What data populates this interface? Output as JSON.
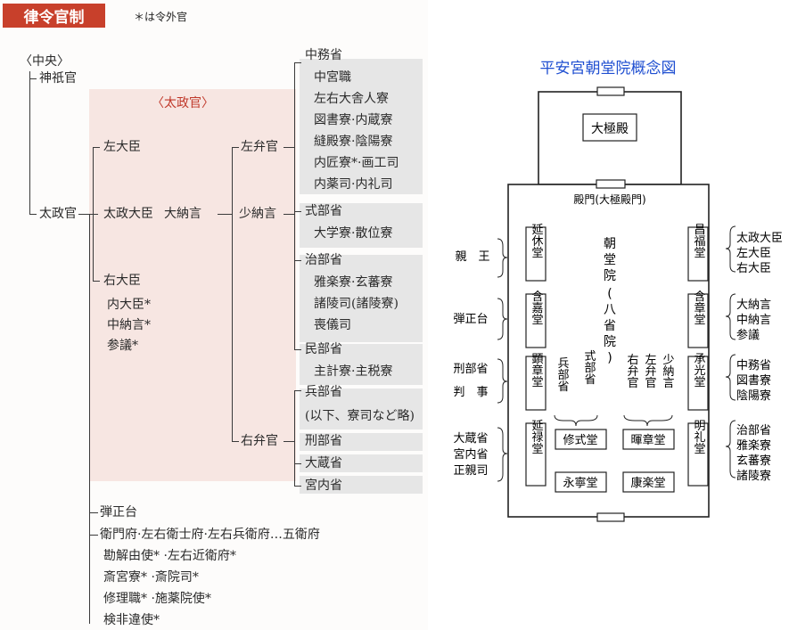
{
  "left": {
    "title": "律令官制",
    "note": "＊は令外官",
    "chuo": "〈中央〉",
    "jingikan": "神祇官",
    "daijokan_label": "〈太政官〉",
    "daijokan": "太政官",
    "sadaijin": "左大臣",
    "daijodaijin": "太政大臣",
    "dainagon": "大納言",
    "shonagon": "少納言",
    "udaijin": "右大臣",
    "naidaijin": "内大臣*",
    "chunagon": "中納言*",
    "sangi": "参議*",
    "sabenkan": "左弁官",
    "ubenkan": "右弁官",
    "ministries": [
      "中務省",
      "中宮職",
      "左右大舎人寮",
      "図書寮·内蔵寮",
      "縫殿寮·陰陽寮",
      "内匠寮*·画工司",
      "内薬司·内礼司",
      "式部省",
      "大学寮·散位寮",
      "治部省",
      "雅楽寮·玄蕃寮",
      "諸陵司(諸陵寮)",
      "喪儀司",
      "民部省",
      "主計寮·主税寮",
      "兵部省",
      "(以下、寮司など略)",
      "刑部省",
      "大蔵省",
      "宮内省"
    ],
    "bottom": [
      "弾正台",
      "衛門府·左右衛士府·左右兵衛府…五衛府",
      "勘解由使* ·左右近衛府*",
      "斎宮寮* ·斎院司*",
      "修理職* ·施薬院使*",
      "検非違使*"
    ]
  },
  "right": {
    "title": "平安宮朝堂院概念図",
    "daigokuden": "大極殿",
    "gate": "殿門(大極殿門)",
    "center": [
      "朝",
      "堂",
      "院",
      "(",
      "八",
      "省",
      "院",
      ")"
    ],
    "halls_left": [
      "延休堂",
      "含嘉堂",
      "顕章堂",
      "延禄堂"
    ],
    "halls_right": [
      "昌福堂",
      "含章堂",
      "承光堂",
      "明礼堂"
    ],
    "halls_bottom": [
      "修式堂",
      "暉章堂",
      "永寧堂",
      "康楽堂"
    ],
    "inner_cols": [
      "兵部省",
      "式部省",
      "右弁官",
      "左弁官",
      "少納言"
    ],
    "side_left": [
      [
        "親　王"
      ],
      [
        "弾正台"
      ],
      [
        "刑部省",
        "判　事"
      ],
      [
        "大蔵省",
        "宮内省",
        "正親司"
      ]
    ],
    "side_right": [
      [
        "太政大臣",
        "左大臣",
        "右大臣"
      ],
      [
        "大納言",
        "中納言",
        "参議"
      ],
      [
        "中務省",
        "図書寮",
        "陰陽寮"
      ],
      [
        "治部省",
        "雅楽寮",
        "玄蕃寮",
        "諸陵寮"
      ]
    ]
  }
}
